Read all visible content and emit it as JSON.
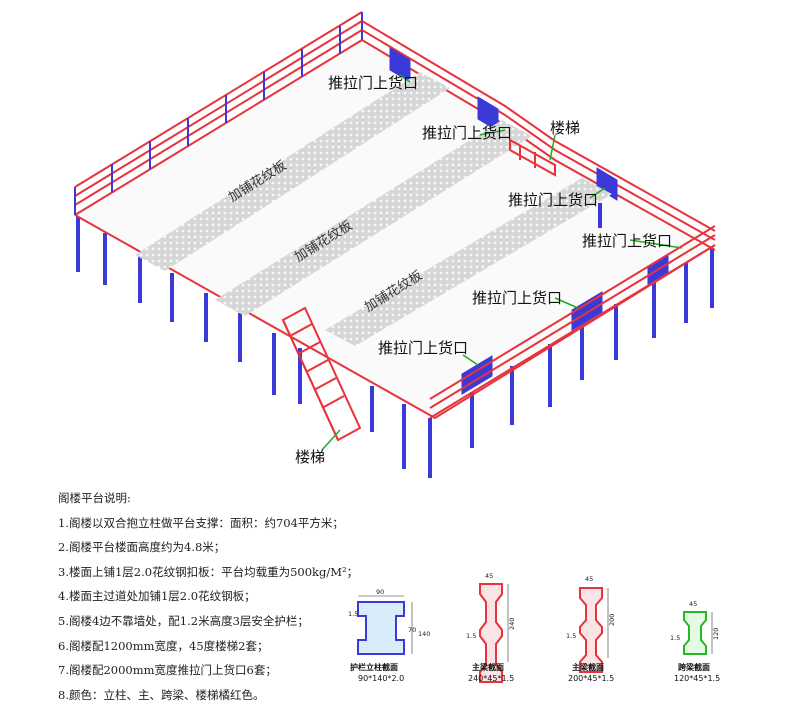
{
  "callouts": {
    "door_top": "推拉门上货口",
    "door_mid": "推拉门上货口",
    "stairs_top": "楼梯",
    "door_right1": "推拉门上货口",
    "door_right2": "推拉门上货口",
    "door_right3": "推拉门上货口",
    "door_front": "推拉门上货口",
    "stairs_front": "楼梯"
  },
  "walkways": [
    "加铺花纹板",
    "加铺花纹板",
    "加铺花纹板"
  ],
  "notes": {
    "title": "阁楼平台说明:",
    "items": [
      "1.阁楼以双合抱立柱做平台支撑：面积：约704平方米；",
      "2.阁楼平台楼面高度约为4.8米；",
      "3.楼面上铺1层2.0花纹钢扣板：平台均载重为500kg/M²；",
      "4.楼面主过道处加铺1层2.0花纹钢板；",
      "5.阁楼4边不靠墙处，配1.2米高度3层安全护栏；",
      "6.阁楼配1200mm宽度，45度楼梯2套；",
      "7.阁楼配2000mm宽度推拉门上货口6套；",
      "8.颜色：立柱、主、跨梁、楼梯橘红色。"
    ]
  },
  "sections": [
    {
      "title": "护栏立柱截面",
      "size": "90*140*2.0",
      "dims": [
        "90",
        "1.5",
        "70",
        "140"
      ]
    },
    {
      "title": "主梁截面",
      "size": "240*45*1.5",
      "dims": [
        "45",
        "240",
        "1.5"
      ]
    },
    {
      "title": "主梁截面",
      "size": "200*45*1.5",
      "dims": [
        "45",
        "200",
        "1.5"
      ]
    },
    {
      "title": "跨梁截面",
      "size": "120*45*1.5",
      "dims": [
        "45",
        "120",
        "1.5"
      ]
    }
  ],
  "colors": {
    "rail": "#e8323c",
    "column": "#3a3ad8",
    "accent": "#22aa22",
    "walkway": "#d4d4d4"
  }
}
